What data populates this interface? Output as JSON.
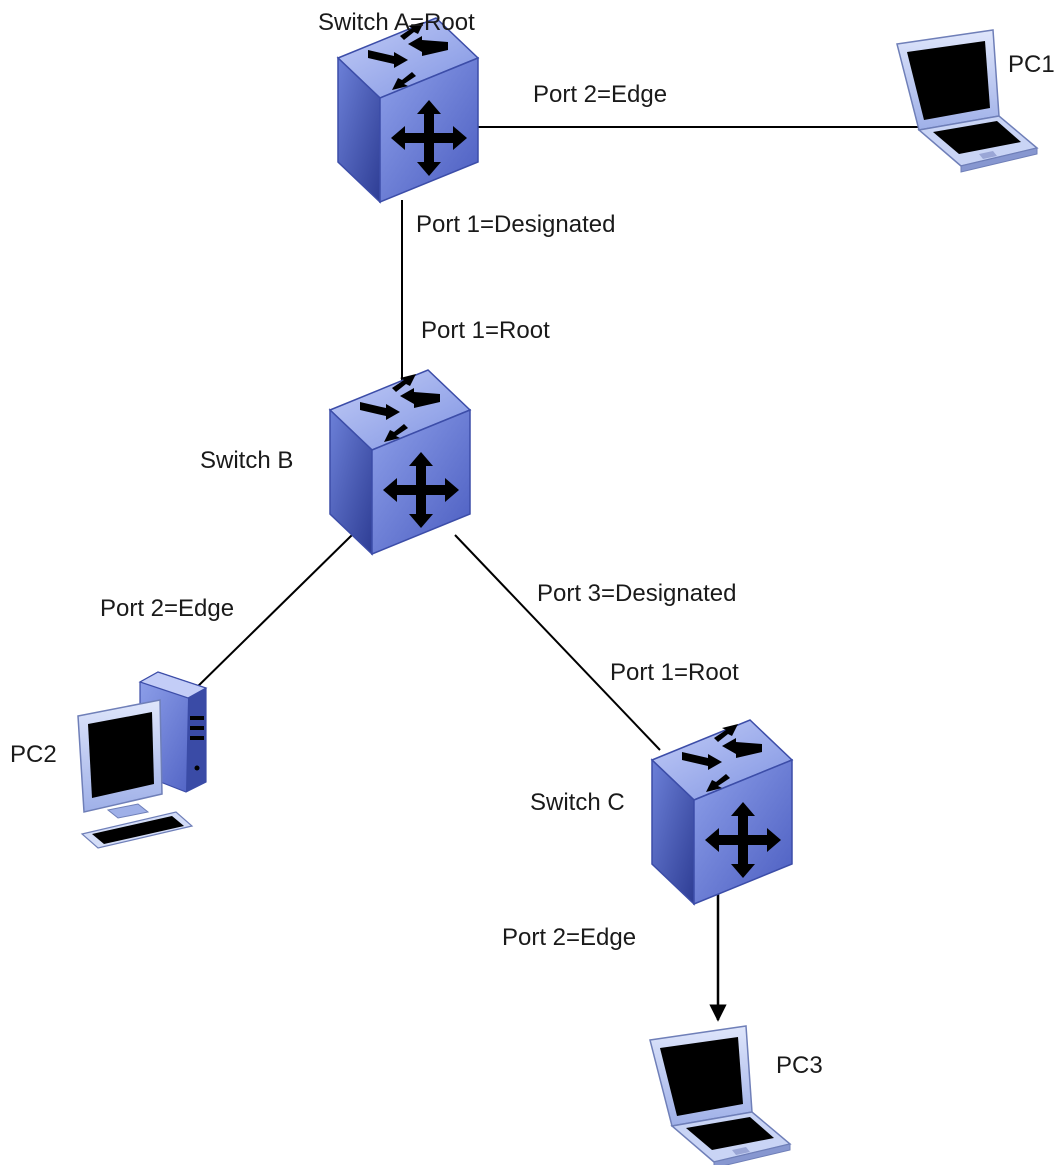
{
  "nodes": {
    "switch_a": {
      "label": "Switch A=Root",
      "icon": "switch-icon"
    },
    "switch_b": {
      "label": "Switch B",
      "icon": "switch-icon"
    },
    "switch_c": {
      "label": "Switch C",
      "icon": "switch-icon"
    },
    "pc1": {
      "label": "PC1",
      "icon": "laptop-icon"
    },
    "pc2": {
      "label": "PC2",
      "icon": "desktop-computer-icon"
    },
    "pc3": {
      "label": "PC3",
      "icon": "laptop-icon"
    }
  },
  "links": {
    "a_pc1": {
      "from": "Switch A",
      "to": "PC1",
      "port_a": "Port 2=Edge"
    },
    "a_b": {
      "from": "Switch A",
      "to": "Switch B",
      "port_a": "Port 1=Designated",
      "port_b": "Port 1=Root"
    },
    "b_pc2": {
      "from": "Switch B",
      "to": "PC2",
      "port_b": "Port 2=Edge"
    },
    "b_c": {
      "from": "Switch B",
      "to": "Switch C",
      "port_b": "Port 3=Designated",
      "port_c": "Port 1=Root"
    },
    "c_pc3": {
      "from": "Switch C",
      "to": "PC3",
      "port_c": "Port 2=Edge"
    }
  },
  "colors": {
    "switch_light": "#a9b8f2",
    "switch_mid": "#6f84df",
    "switch_dark": "#33439a",
    "arrow": "#000000",
    "line": "#000000",
    "device_frame": "#b9c8f2",
    "device_screen": "#000000"
  }
}
